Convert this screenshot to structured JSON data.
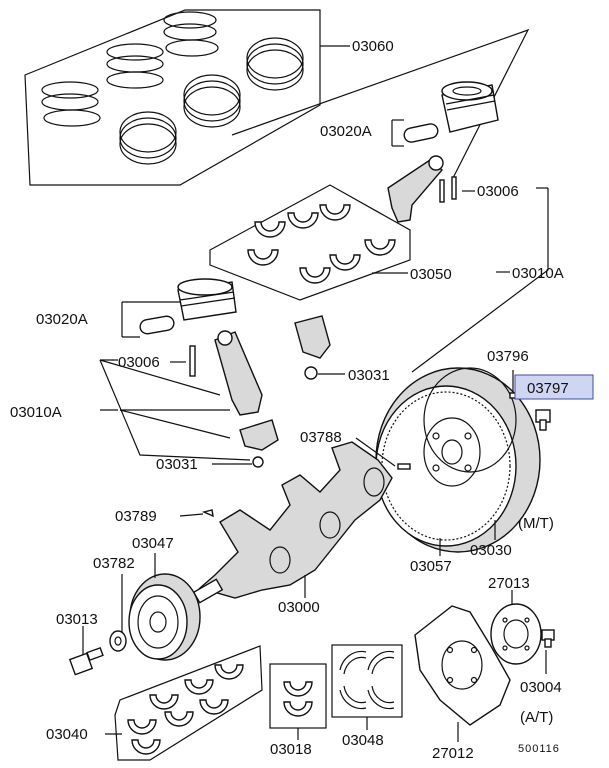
{
  "labels": {
    "p03060": "03060",
    "p03020A_top": "03020A",
    "p03006_top": "03006",
    "p03050": "03050",
    "p03010A_right": "03010A",
    "p03020A_left": "03020A",
    "p03006_left": "03006",
    "p03031_right": "03031",
    "p03796": "03796",
    "p03797": "03797",
    "p03010A_left": "03010A",
    "p03788": "03788",
    "p03031_left": "03031",
    "p03789": "03789",
    "p03047": "03047",
    "p03782": "03782",
    "p03000": "03000",
    "p03057": "03057",
    "p03030": "03030",
    "mt": "(M/T)",
    "p03013": "03013",
    "p27013": "27013",
    "p03004": "03004",
    "at": "(A/T)",
    "p03040": "03040",
    "p03018": "03018",
    "p03048": "03048",
    "p27012": "27012",
    "diagram_no": "500116"
  },
  "highlight_color": "#cfd6f2"
}
